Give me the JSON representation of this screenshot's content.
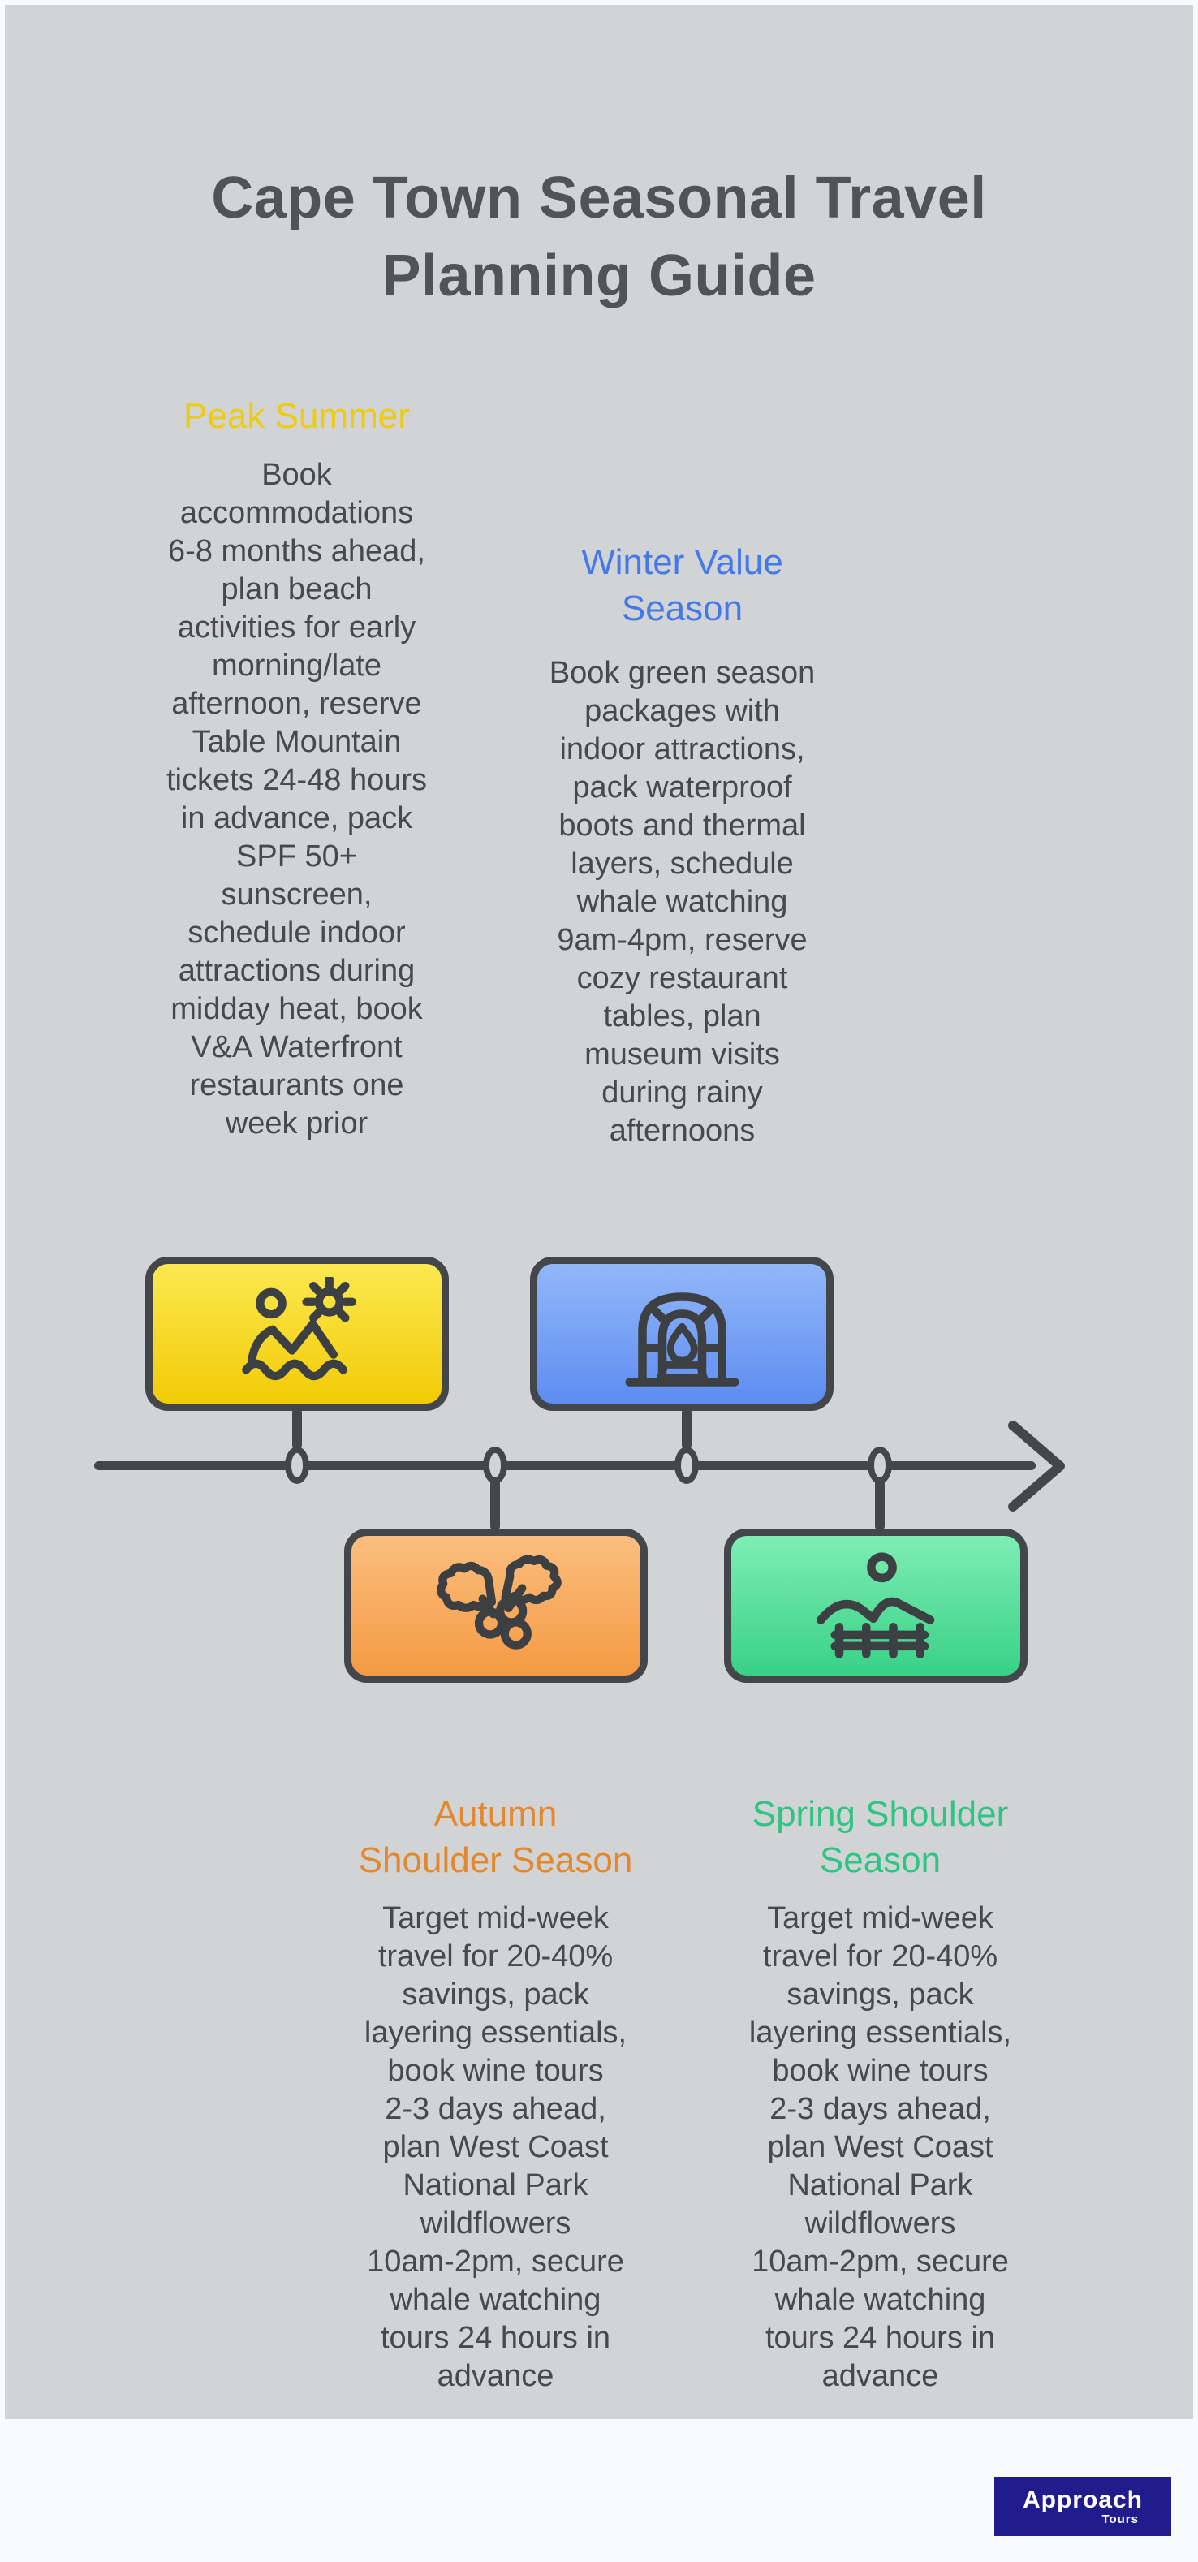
{
  "page": {
    "background": "#F8FAFB",
    "canvas_background": "#D2D3D4",
    "line_color": "#44474A",
    "title_color": "#515457",
    "body_text_color": "#47494C"
  },
  "title": "Cape Town Seasonal Travel\nPlanning Guide",
  "seasons": [
    {
      "name": "Peak Summer",
      "heading": "Peak Summer",
      "heading_color": "#EDCB10",
      "icon": "beach-swimmer-sun-icon",
      "box_gradient": [
        "#FBE851",
        "#F2CB06"
      ],
      "body": "Book\naccommodations\n6-8 months ahead,\nplan beach\nactivities for early\nmorning/late\nafternoon, reserve\nTable Mountain\ntickets 24-48 hours\nin advance, pack\nSPF 50+\nsunscreen,\nschedule indoor\nattractions during\nmidday heat, book\nV&A Waterfront\nrestaurants one\nweek prior"
    },
    {
      "name": "Autumn Shoulder Season",
      "heading": "Autumn\nShoulder Season",
      "heading_color": "#E2892F",
      "icon": "holly-berries-icon",
      "box_gradient": [
        "#FBBE7E",
        "#F49A43"
      ],
      "body": "Target mid-week\ntravel for 20-40%\nsavings, pack\nlayering essentials,\nbook wine tours\n2-3 days ahead,\nplan West Coast\nNational Park\nwildflowers\n10am-2pm, secure\nwhale watching\ntours 24 hours in\nadvance"
    },
    {
      "name": "Winter Value Season",
      "heading": "Winter Value\nSeason",
      "heading_color": "#4479EC",
      "icon": "fireplace-icon",
      "box_gradient": [
        "#92B7F8",
        "#5E8DF1"
      ],
      "body": "Book green season\npackages with\nindoor attractions,\npack waterproof\nboots and thermal\nlayers, schedule\nwhale watching\n9am-4pm, reserve\ncozy restaurant\ntables, plan\nmuseum visits\nduring rainy\nafternoons"
    },
    {
      "name": "Spring Shoulder Season",
      "heading": "Spring Shoulder\nSeason",
      "heading_color": "#2EC584",
      "icon": "mountain-fence-icon",
      "box_gradient": [
        "#7EEDB5",
        "#38D186"
      ],
      "body": "Target mid-week\ntravel for 20-40%\nsavings, pack\nlayering essentials,\nbook wine tours\n2-3 days ahead,\nplan West Coast\nNational Park\nwildflowers\n10am-2pm, secure\nwhale watching\ntours 24 hours in\nadvance"
    }
  ],
  "footer": {
    "brand": "Approach",
    "subtitle": "Tours",
    "background": "#201C8E",
    "text_color": "#FFFFFF"
  }
}
